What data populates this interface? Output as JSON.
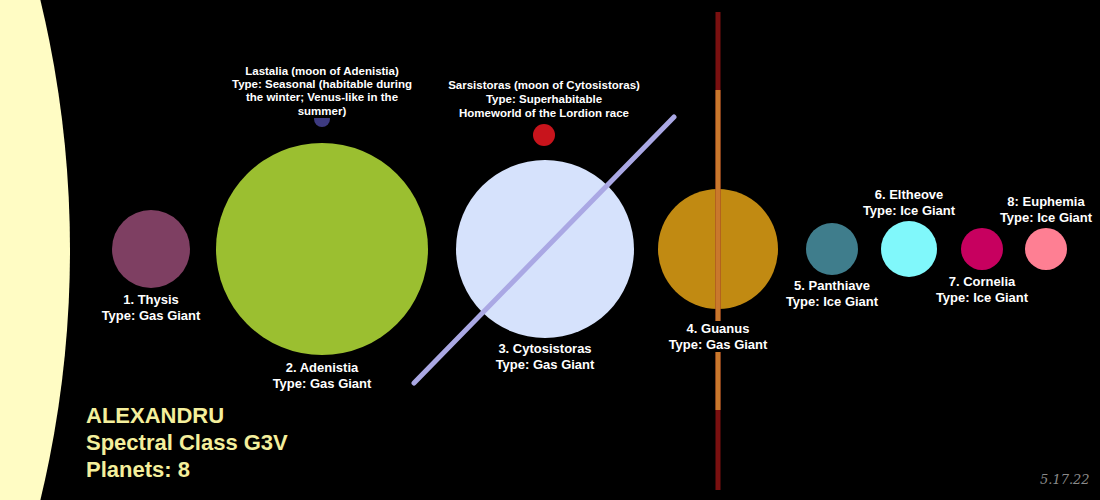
{
  "diagram": {
    "title": "ALEXANDRU",
    "nodes": [
      {
        "text": [
          "1. Thysis",
          "Type: Gas Giant"
        ]
      },
      {
        "text": [
          "Lastalia (moon of Adenistia)",
          "Type: Seasonal (habitable during the winter; Venus-like in the summer)"
        ]
      },
      {
        "text": [
          "2. Adenistia",
          "Type: Gas Giant"
        ]
      },
      {
        "text": [
          "Sarsistoras (moon of Cytosistoras)",
          "Type: Superhabitable",
          "Homeworld of the Lordion race"
        ]
      },
      {
        "text": [
          "3. Cytosistoras",
          "Type: Gas Giant"
        ]
      },
      {
        "text": [
          "4. Guanus",
          "Type: Gas Giant"
        ]
      },
      {
        "text": [
          "5. Panthiave",
          "Type: Ice Giant"
        ]
      },
      {
        "text": [
          "6. Eltheove",
          "Type: Ice Giant"
        ]
      },
      {
        "text": [
          "7. Cornelia",
          "Type: Ice Giant"
        ]
      },
      {
        "text": [
          "8: Euphemia",
          "Type: Ice Giant"
        ]
      }
    ],
    "labels": [
      "Spectral Class G3V",
      "Planets: 8",
      "5.17.22"
    ]
  }
}
